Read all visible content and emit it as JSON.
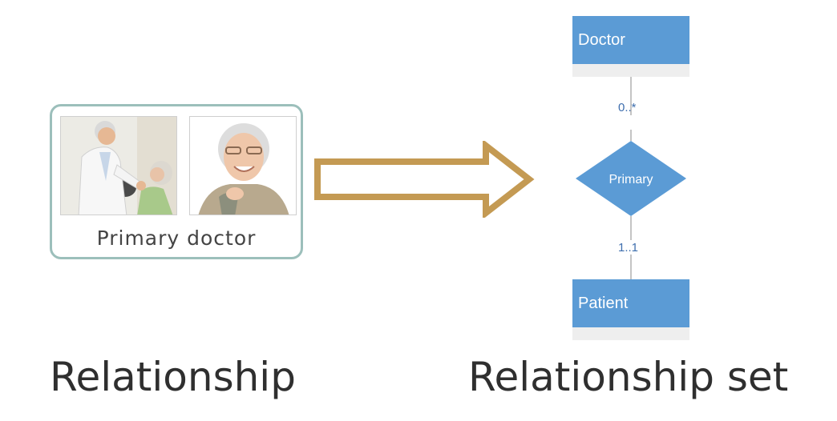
{
  "left": {
    "card_caption": "Primary doctor",
    "caption": "Relationship"
  },
  "right": {
    "caption": "Relationship set",
    "entity_top": "Doctor",
    "relationship": "Primary",
    "entity_bottom": "Patient",
    "multiplicity_top": "0..*",
    "multiplicity_bottom": "1..1"
  },
  "colors": {
    "entity_fill": "#5b9bd5",
    "arrow": "#c49a53",
    "card_border": "#9cbfbb",
    "multiplicity_text": "#3f6fae"
  },
  "icons": [
    "doctor-photo",
    "patient-photo",
    "right-arrow-icon"
  ]
}
